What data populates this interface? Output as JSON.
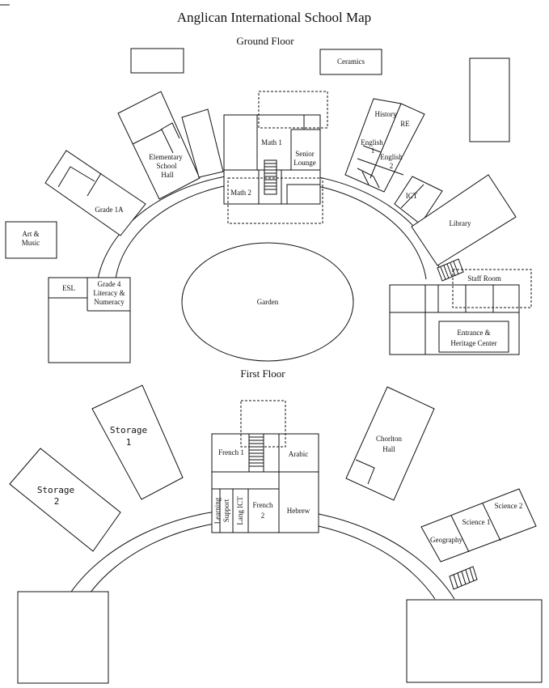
{
  "title": "Anglican International School Map",
  "floors": {
    "ground": "Ground Floor",
    "first": "First Floor"
  },
  "ground_rooms": {
    "ceramics": "Ceramics",
    "history": "History",
    "re": "RE",
    "english1_line1": "English",
    "english1_line2": "1",
    "english2_line1": "English",
    "english2_line2": "2",
    "ict": "ICT",
    "library": "Library",
    "staff_room": "Staff Room",
    "entrance_line1": "Entrance &",
    "entrance_line2": "Heritage Center",
    "math1": "Math 1",
    "math2": "Math 2",
    "senior_line1": "Senior",
    "senior_line2": "Lounge",
    "elementary_line1": "Elementary",
    "elementary_line2": "School",
    "elementary_line3": "Hall",
    "grade1a": "Grade 1A",
    "art_line1": "Art &",
    "art_line2": "Music",
    "esl": "ESL",
    "grade4_line1": "Grade 4",
    "grade4_line2": "Literacy &",
    "grade4_line3": "Numeracy",
    "garden": "Garden"
  },
  "first_rooms": {
    "storage1_line1": "Storage",
    "storage1_line2": "1",
    "storage2_line1": "Storage",
    "storage2_line2": "2",
    "french1": "French 1",
    "arabic": "Arabic",
    "chorlton_line1": "Chorlton",
    "chorlton_line2": "Hall",
    "learning_line1": "Learning",
    "learning_line2": "Support",
    "lang_ict": "Lang ICT",
    "french2_line1": "French",
    "french2_line2": "2",
    "hebrew": "Hebrew",
    "science2": "Science 2",
    "science1": "Science 1",
    "geography": "Geography"
  }
}
